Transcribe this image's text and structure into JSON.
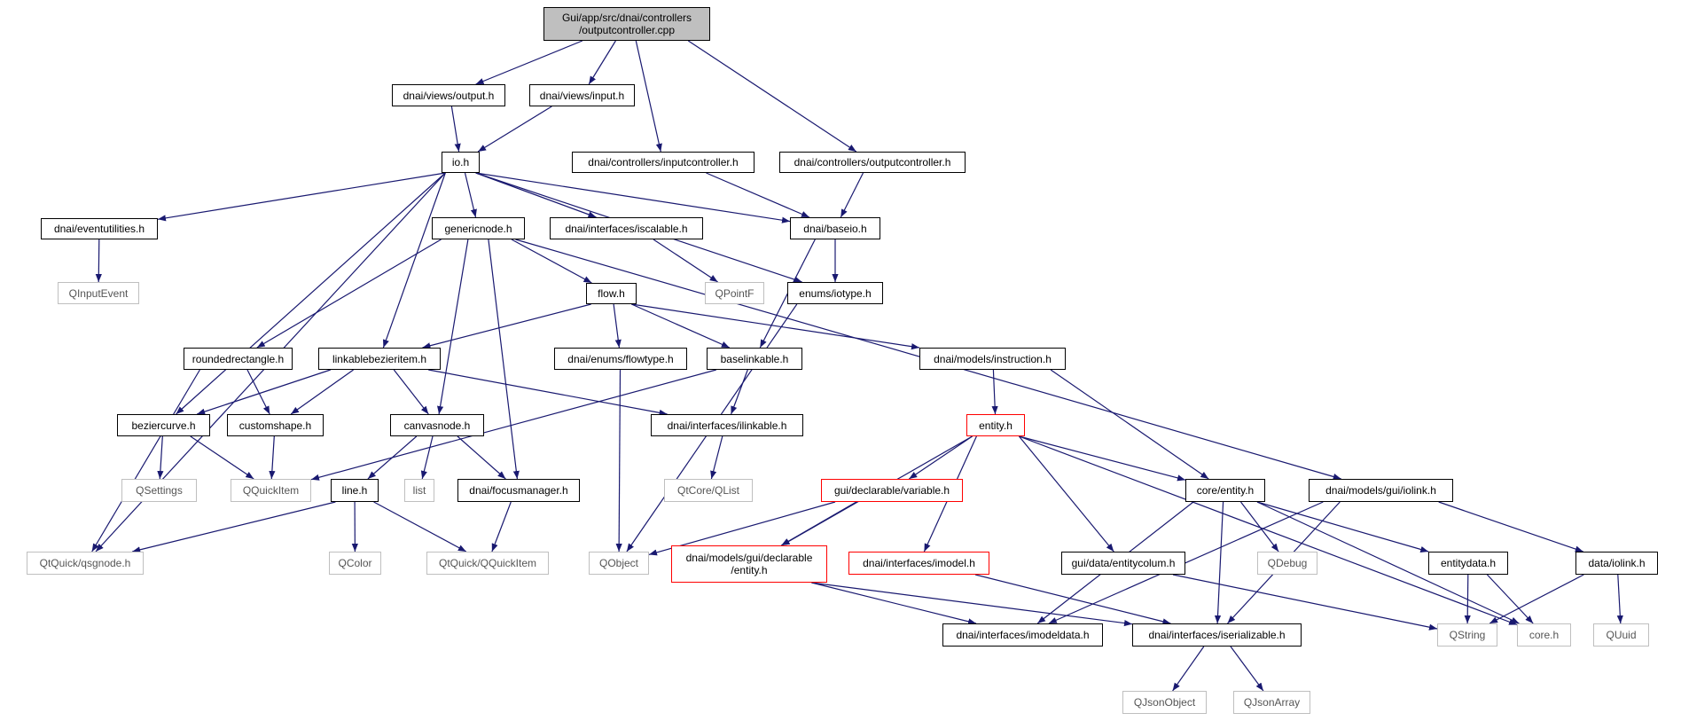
{
  "colors": {
    "edge": "#191970",
    "node_border": "#000000",
    "external_border": "#bfbfbf",
    "truncated_border": "#ff0000",
    "root_fill": "#bfbfbf"
  },
  "nodes": {
    "root": {
      "label": "Gui/app/src/dnai/controllers\n/outputcontroller.cpp",
      "kind": "root"
    },
    "views_output": {
      "label": "dnai/views/output.h",
      "kind": "normal"
    },
    "views_input": {
      "label": "dnai/views/input.h",
      "kind": "normal"
    },
    "io": {
      "label": "io.h",
      "kind": "normal"
    },
    "inputcontroller": {
      "label": "dnai/controllers/inputcontroller.h",
      "kind": "normal"
    },
    "outputcontroller": {
      "label": "dnai/controllers/outputcontroller.h",
      "kind": "normal"
    },
    "eventutilities": {
      "label": "dnai/eventutilities.h",
      "kind": "normal"
    },
    "genericnode": {
      "label": "genericnode.h",
      "kind": "normal"
    },
    "iscalable": {
      "label": "dnai/interfaces/iscalable.h",
      "kind": "normal"
    },
    "baseio": {
      "label": "dnai/baseio.h",
      "kind": "normal"
    },
    "qinputevent": {
      "label": "QInputEvent",
      "kind": "external"
    },
    "qpointf": {
      "label": "QPointF",
      "kind": "external"
    },
    "flow": {
      "label": "flow.h",
      "kind": "normal"
    },
    "iotype": {
      "label": "enums/iotype.h",
      "kind": "normal"
    },
    "roundedrectangle": {
      "label": "roundedrectangle.h",
      "kind": "normal"
    },
    "linkablebezieritem": {
      "label": "linkablebezieritem.h",
      "kind": "normal"
    },
    "flowtype": {
      "label": "dnai/enums/flowtype.h",
      "kind": "normal"
    },
    "baselinkable": {
      "label": "baselinkable.h",
      "kind": "normal"
    },
    "instruction": {
      "label": "dnai/models/instruction.h",
      "kind": "normal"
    },
    "beziercurve": {
      "label": "beziercurve.h",
      "kind": "normal"
    },
    "customshape": {
      "label": "customshape.h",
      "kind": "normal"
    },
    "canvasnode": {
      "label": "canvasnode.h",
      "kind": "normal"
    },
    "ilinkable": {
      "label": "dnai/interfaces/ilinkable.h",
      "kind": "normal"
    },
    "entity_h": {
      "label": "entity.h",
      "kind": "truncated"
    },
    "qsettings": {
      "label": "QSettings",
      "kind": "external"
    },
    "qquickitem": {
      "label": "QQuickItem",
      "kind": "external"
    },
    "line": {
      "label": "line.h",
      "kind": "normal"
    },
    "list": {
      "label": "list",
      "kind": "external"
    },
    "focusmanager": {
      "label": "dnai/focusmanager.h",
      "kind": "normal"
    },
    "qtcore_qlist": {
      "label": "QtCore/QList",
      "kind": "external"
    },
    "variable": {
      "label": "gui/declarable/variable.h",
      "kind": "truncated"
    },
    "core_entity": {
      "label": "core/entity.h",
      "kind": "normal"
    },
    "iolink_gui": {
      "label": "dnai/models/gui/iolink.h",
      "kind": "normal"
    },
    "qsgnode": {
      "label": "QtQuick/qsgnode.h",
      "kind": "external"
    },
    "qcolor": {
      "label": "QColor",
      "kind": "external"
    },
    "qtquick_qquickitem": {
      "label": "QtQuick/QQuickItem",
      "kind": "external"
    },
    "qobject": {
      "label": "QObject",
      "kind": "external"
    },
    "decl_entity": {
      "label": "dnai/models/gui/declarable\n/entity.h",
      "kind": "truncated"
    },
    "imodel": {
      "label": "dnai/interfaces/imodel.h",
      "kind": "truncated"
    },
    "entitycolum": {
      "label": "gui/data/entitycolum.h",
      "kind": "normal"
    },
    "qdebug": {
      "label": "QDebug",
      "kind": "external"
    },
    "entitydata": {
      "label": "entitydata.h",
      "kind": "normal"
    },
    "data_iolink": {
      "label": "data/iolink.h",
      "kind": "normal"
    },
    "imodeldata": {
      "label": "dnai/interfaces/imodeldata.h",
      "kind": "normal"
    },
    "iserializable": {
      "label": "dnai/interfaces/iserializable.h",
      "kind": "normal"
    },
    "qstring": {
      "label": "QString",
      "kind": "external"
    },
    "core_h": {
      "label": "core.h",
      "kind": "external"
    },
    "quuid": {
      "label": "QUuid",
      "kind": "external"
    },
    "qjsonobject": {
      "label": "QJsonObject",
      "kind": "external"
    },
    "qjsonarray": {
      "label": "QJsonArray",
      "kind": "external"
    }
  },
  "edges": [
    [
      "root",
      "views_output"
    ],
    [
      "root",
      "views_input"
    ],
    [
      "root",
      "inputcontroller"
    ],
    [
      "root",
      "outputcontroller"
    ],
    [
      "views_output",
      "io"
    ],
    [
      "views_input",
      "io"
    ],
    [
      "io",
      "eventutilities"
    ],
    [
      "io",
      "genericnode"
    ],
    [
      "io",
      "iscalable"
    ],
    [
      "io",
      "baseio"
    ],
    [
      "io",
      "iotype"
    ],
    [
      "io",
      "linkablebezieritem"
    ],
    [
      "io",
      "beziercurve"
    ],
    [
      "io",
      "qsgnode"
    ],
    [
      "inputcontroller",
      "baseio"
    ],
    [
      "outputcontroller",
      "baseio"
    ],
    [
      "eventutilities",
      "qinputevent"
    ],
    [
      "iscalable",
      "qpointf"
    ],
    [
      "baseio",
      "iotype"
    ],
    [
      "baseio",
      "baselinkable"
    ],
    [
      "genericnode",
      "flow"
    ],
    [
      "genericnode",
      "roundedrectangle"
    ],
    [
      "genericnode",
      "canvasnode"
    ],
    [
      "genericnode",
      "focusmanager"
    ],
    [
      "genericnode",
      "iolink_gui"
    ],
    [
      "flow",
      "linkablebezieritem"
    ],
    [
      "flow",
      "flowtype"
    ],
    [
      "flow",
      "baselinkable"
    ],
    [
      "flow",
      "instruction"
    ],
    [
      "iotype",
      "qobject"
    ],
    [
      "roundedrectangle",
      "customshape"
    ],
    [
      "roundedrectangle",
      "qsgnode"
    ],
    [
      "linkablebezieritem",
      "beziercurve"
    ],
    [
      "linkablebezieritem",
      "customshape"
    ],
    [
      "linkablebezieritem",
      "canvasnode"
    ],
    [
      "linkablebezieritem",
      "ilinkable"
    ],
    [
      "baselinkable",
      "ilinkable"
    ],
    [
      "baselinkable",
      "qquickitem"
    ],
    [
      "flowtype",
      "qobject"
    ],
    [
      "instruction",
      "entity_h"
    ],
    [
      "instruction",
      "core_entity"
    ],
    [
      "beziercurve",
      "qsettings"
    ],
    [
      "beziercurve",
      "qquickitem"
    ],
    [
      "customshape",
      "qquickitem"
    ],
    [
      "canvasnode",
      "line"
    ],
    [
      "canvasnode",
      "list"
    ],
    [
      "canvasnode",
      "focusmanager"
    ],
    [
      "ilinkable",
      "qtcore_qlist"
    ],
    [
      "entity_h",
      "variable"
    ],
    [
      "entity_h",
      "decl_entity"
    ],
    [
      "entity_h",
      "imodel"
    ],
    [
      "entity_h",
      "entitycolum"
    ],
    [
      "entity_h",
      "core_entity"
    ],
    [
      "entity_h",
      "core_h"
    ],
    [
      "line",
      "qsgnode"
    ],
    [
      "line",
      "qcolor"
    ],
    [
      "line",
      "qtquick_qquickitem"
    ],
    [
      "focusmanager",
      "qtquick_qquickitem"
    ],
    [
      "variable",
      "qobject"
    ],
    [
      "variable",
      "decl_entity"
    ],
    [
      "core_entity",
      "imodeldata"
    ],
    [
      "core_entity",
      "iserializable"
    ],
    [
      "core_entity",
      "qdebug"
    ],
    [
      "core_entity",
      "entitydata"
    ],
    [
      "core_entity",
      "core_h"
    ],
    [
      "iolink_gui",
      "imodeldata"
    ],
    [
      "iolink_gui",
      "iserializable"
    ],
    [
      "iolink_gui",
      "data_iolink"
    ],
    [
      "decl_entity",
      "imodeldata"
    ],
    [
      "decl_entity",
      "iserializable"
    ],
    [
      "imodel",
      "iserializable"
    ],
    [
      "entitycolum",
      "qstring"
    ],
    [
      "entitydata",
      "qstring"
    ],
    [
      "entitydata",
      "core_h"
    ],
    [
      "data_iolink",
      "qstring"
    ],
    [
      "data_iolink",
      "quuid"
    ],
    [
      "iserializable",
      "qjsonobject"
    ],
    [
      "iserializable",
      "qjsonarray"
    ]
  ]
}
